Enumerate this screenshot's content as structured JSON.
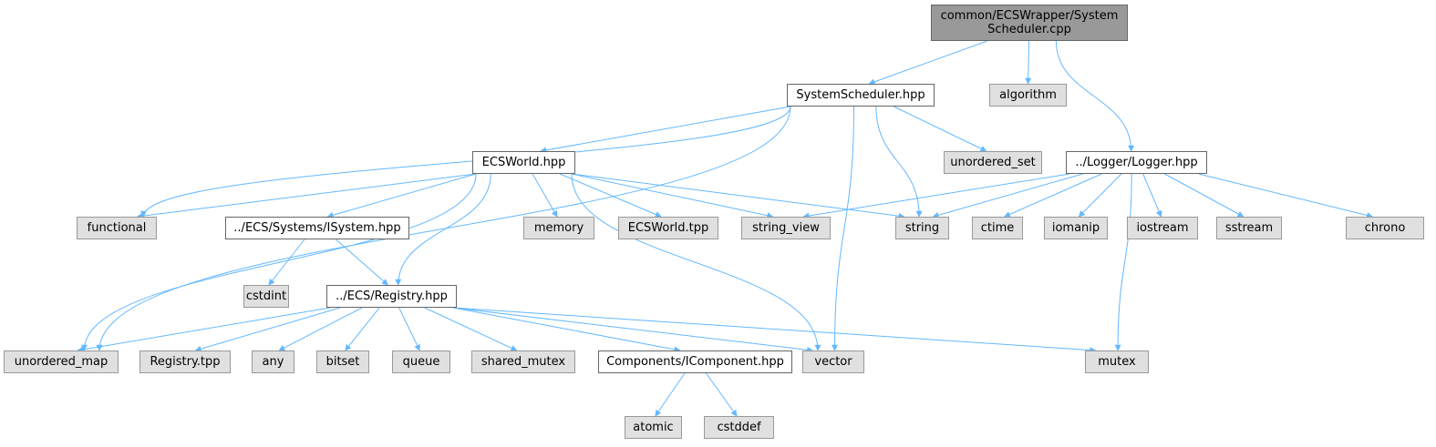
{
  "graph": {
    "title": "common/ECSWrapper/System\nScheduler.cpp",
    "edge_color": "#63b8ff",
    "colors": {
      "root_fill": "#999999",
      "local_fill": "#ffffff",
      "system_fill": "#e0e0e0"
    },
    "nodes": [
      {
        "id": "root",
        "label": "common/ECSWrapper/System\nScheduler.cpp",
        "kind": "root"
      },
      {
        "id": "sched",
        "label": "SystemScheduler.hpp",
        "kind": "local"
      },
      {
        "id": "algorithm",
        "label": "algorithm",
        "kind": "sys"
      },
      {
        "id": "logger",
        "label": "../Logger/Logger.hpp",
        "kind": "local"
      },
      {
        "id": "ecsworld",
        "label": "ECSWorld.hpp",
        "kind": "local"
      },
      {
        "id": "unordered_set",
        "label": "unordered_set",
        "kind": "sys"
      },
      {
        "id": "functional",
        "label": "functional",
        "kind": "sys"
      },
      {
        "id": "isystem",
        "label": "../ECS/Systems/ISystem.hpp",
        "kind": "local"
      },
      {
        "id": "memory",
        "label": "memory",
        "kind": "sys"
      },
      {
        "id": "ecsworld_tpp",
        "label": "ECSWorld.tpp",
        "kind": "sys"
      },
      {
        "id": "string_view",
        "label": "string_view",
        "kind": "sys"
      },
      {
        "id": "string",
        "label": "string",
        "kind": "sys"
      },
      {
        "id": "ctime",
        "label": "ctime",
        "kind": "sys"
      },
      {
        "id": "iomanip",
        "label": "iomanip",
        "kind": "sys"
      },
      {
        "id": "iostream",
        "label": "iostream",
        "kind": "sys"
      },
      {
        "id": "sstream",
        "label": "sstream",
        "kind": "sys"
      },
      {
        "id": "chrono",
        "label": "chrono",
        "kind": "sys"
      },
      {
        "id": "cstdint",
        "label": "cstdint",
        "kind": "sys"
      },
      {
        "id": "registry",
        "label": "../ECS/Registry.hpp",
        "kind": "local"
      },
      {
        "id": "unordered_map",
        "label": "unordered_map",
        "kind": "sys"
      },
      {
        "id": "registry_tpp",
        "label": "Registry.tpp",
        "kind": "sys"
      },
      {
        "id": "any",
        "label": "any",
        "kind": "sys"
      },
      {
        "id": "bitset",
        "label": "bitset",
        "kind": "sys"
      },
      {
        "id": "queue",
        "label": "queue",
        "kind": "sys"
      },
      {
        "id": "shared_mutex",
        "label": "shared_mutex",
        "kind": "sys"
      },
      {
        "id": "icomponent",
        "label": "Components/IComponent.hpp",
        "kind": "local"
      },
      {
        "id": "vector",
        "label": "vector",
        "kind": "sys"
      },
      {
        "id": "mutex",
        "label": "mutex",
        "kind": "sys"
      },
      {
        "id": "atomic",
        "label": "atomic",
        "kind": "sys"
      },
      {
        "id": "cstddef",
        "label": "cstddef",
        "kind": "sys"
      }
    ],
    "edges": [
      [
        "root",
        "sched"
      ],
      [
        "root",
        "algorithm"
      ],
      [
        "root",
        "logger"
      ],
      [
        "sched",
        "unordered_map"
      ],
      [
        "sched",
        "functional"
      ],
      [
        "sched",
        "ecsworld"
      ],
      [
        "sched",
        "vector"
      ],
      [
        "sched",
        "string"
      ],
      [
        "sched",
        "unordered_set"
      ],
      [
        "ecsworld",
        "functional"
      ],
      [
        "ecsworld",
        "unordered_map"
      ],
      [
        "ecsworld",
        "isystem"
      ],
      [
        "ecsworld",
        "registry"
      ],
      [
        "ecsworld",
        "vector"
      ],
      [
        "ecsworld",
        "memory"
      ],
      [
        "ecsworld",
        "ecsworld_tpp"
      ],
      [
        "ecsworld",
        "string_view"
      ],
      [
        "ecsworld",
        "string"
      ],
      [
        "isystem",
        "cstdint"
      ],
      [
        "isystem",
        "registry"
      ],
      [
        "registry",
        "unordered_map"
      ],
      [
        "registry",
        "registry_tpp"
      ],
      [
        "registry",
        "any"
      ],
      [
        "registry",
        "bitset"
      ],
      [
        "registry",
        "queue"
      ],
      [
        "registry",
        "shared_mutex"
      ],
      [
        "registry",
        "icomponent"
      ],
      [
        "registry",
        "vector"
      ],
      [
        "registry",
        "mutex"
      ],
      [
        "icomponent",
        "atomic"
      ],
      [
        "icomponent",
        "cstddef"
      ],
      [
        "logger",
        "string_view"
      ],
      [
        "logger",
        "string"
      ],
      [
        "logger",
        "ctime"
      ],
      [
        "logger",
        "iomanip"
      ],
      [
        "logger",
        "iostream"
      ],
      [
        "logger",
        "sstream"
      ],
      [
        "logger",
        "chrono"
      ],
      [
        "logger",
        "mutex"
      ]
    ]
  }
}
